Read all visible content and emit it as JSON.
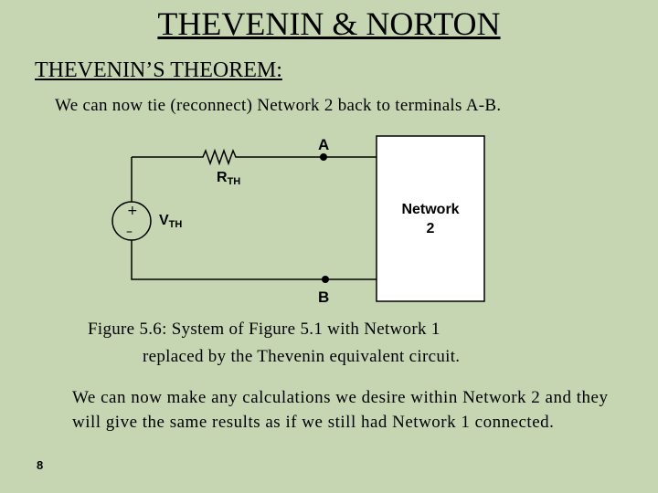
{
  "slide": {
    "title": "THEVENIN & NORTON",
    "subtitle": "THEVENIN’S THEOREM:",
    "intro_text": "We can now tie (reconnect) Network 2 back to terminals A-B.",
    "caption_line1": "Figure 5.6: System of Figure 5.1 with Network 1",
    "caption_line2": "replaced by the Thevenin equivalent circuit.",
    "body_text": "We can now make any calculations we desire within Network 2 and they will give the same results as if we still had Network 1 connected.",
    "page_number": "8"
  },
  "circuit": {
    "terminal_a": "A",
    "terminal_b": "B",
    "resistor_main": "R",
    "resistor_sub": "TH",
    "source_main": "V",
    "source_sub": "TH",
    "source_plus": "+",
    "source_minus": "–",
    "network_line1": "Network",
    "network_line2": "2"
  }
}
